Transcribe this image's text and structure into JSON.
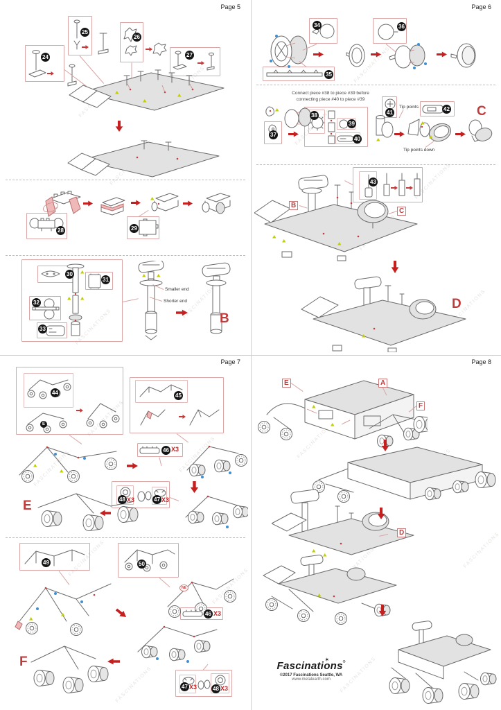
{
  "watermark": "FASCINATIONS",
  "colors": {
    "accent_red": "#c23b3b",
    "arrow_red": "#c52020",
    "callout_border": "#dca6a6",
    "badge_bg": "#151515",
    "tab_triangle": "#c3cf00",
    "tab_dot": "#3f8fd2",
    "highlight_pink": "#efb9b9",
    "line_gray": "#6b6b6b"
  },
  "page5": {
    "header": "Page 5",
    "badges": {
      "b24": "24",
      "b25": "25",
      "b26": "26",
      "b27": "27",
      "b28": "28",
      "b29": "29",
      "b30": "30",
      "b31": "31",
      "b32": "32",
      "b33": "33"
    },
    "labels": {
      "smaller_end": "Smaller end",
      "shorter_end": "Shorter end"
    },
    "result_letter": "B"
  },
  "page6": {
    "header": "Page 6",
    "badges": {
      "b34": "34",
      "b35": "35",
      "b36": "36",
      "b37": "37",
      "b38": "38",
      "b39": "39",
      "b40": "40",
      "b41": "41",
      "b42": "42",
      "b43": "43"
    },
    "note_line1": "Connect piece #38 to piece #39 before",
    "note_line2": "connecting piece #40 to piece #39",
    "labels": {
      "tip_up": "Tip points up",
      "tip_down": "Tip points down"
    },
    "ref_letters": {
      "b": "B",
      "c": "C"
    },
    "result_letters": {
      "c": "C",
      "d": "D"
    }
  },
  "page7": {
    "header": "Page 7",
    "badges": {
      "b44": "44",
      "b45": "45",
      "b46": "46",
      "b47": "47",
      "b48": "48",
      "b49": "49",
      "b50": "50"
    },
    "multiplier": "X3",
    "wheel_marker": "E",
    "ne_marker": "NE",
    "result_letters": {
      "e": "E",
      "f": "F"
    }
  },
  "page8": {
    "header": "Page 8",
    "ref_letters": {
      "e": "E",
      "a": "A",
      "f": "F",
      "d": "D"
    },
    "logo": {
      "brand": "Fascinations",
      "reg": "®",
      "star": "✶",
      "copyright": "©2017 Fascinations Seattle, WA",
      "website": "www.metalearth.com"
    }
  }
}
